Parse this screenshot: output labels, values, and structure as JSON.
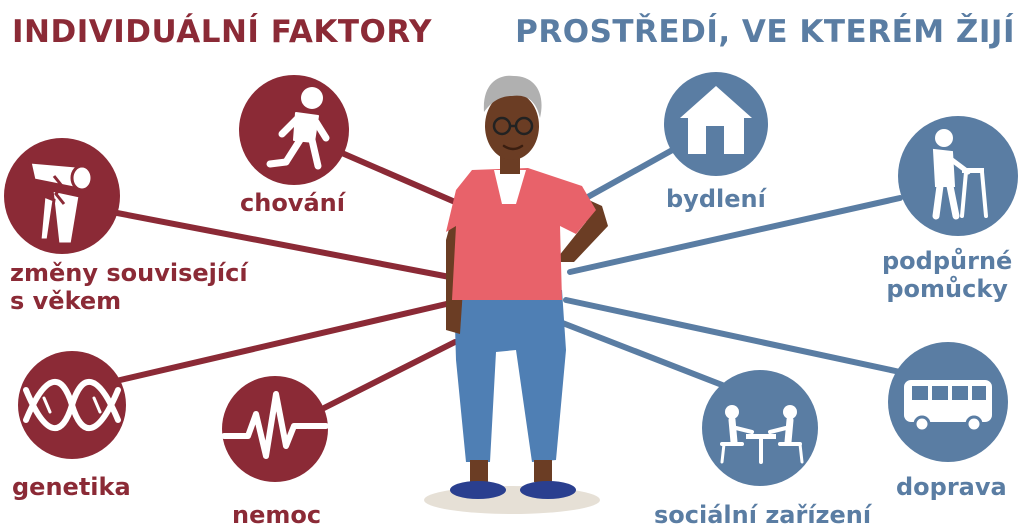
{
  "headings": {
    "individual": "INDIVIDUÁLNÍ FAKTORY",
    "environment": "PROSTŘEDÍ, VE KTERÉM ŽIJÍ"
  },
  "colors": {
    "individual": "#8b2a36",
    "environment": "#5a7da3",
    "shirt": "#e8626a",
    "jeans": "#4f7fb4",
    "skin": "#6b3d24",
    "hair": "#b0b0b0"
  },
  "individual_factors": [
    {
      "icon": "running-person-icon",
      "label": "chování"
    },
    {
      "icon": "knee-joint-icon",
      "label_line1": "změny související",
      "label_line2": "s věkem"
    },
    {
      "icon": "dna-helix-icon",
      "label": "genetika"
    },
    {
      "icon": "heartbeat-icon",
      "label": "nemoc"
    }
  ],
  "environment_factors": [
    {
      "icon": "house-icon",
      "label": "bydlení"
    },
    {
      "icon": "walker-icon",
      "label_line1": "podpůrné",
      "label_line2": "pomůcky"
    },
    {
      "icon": "bus-icon",
      "label": "doprava"
    },
    {
      "icon": "people-at-table-icon",
      "label": "sociální zařízení"
    }
  ]
}
